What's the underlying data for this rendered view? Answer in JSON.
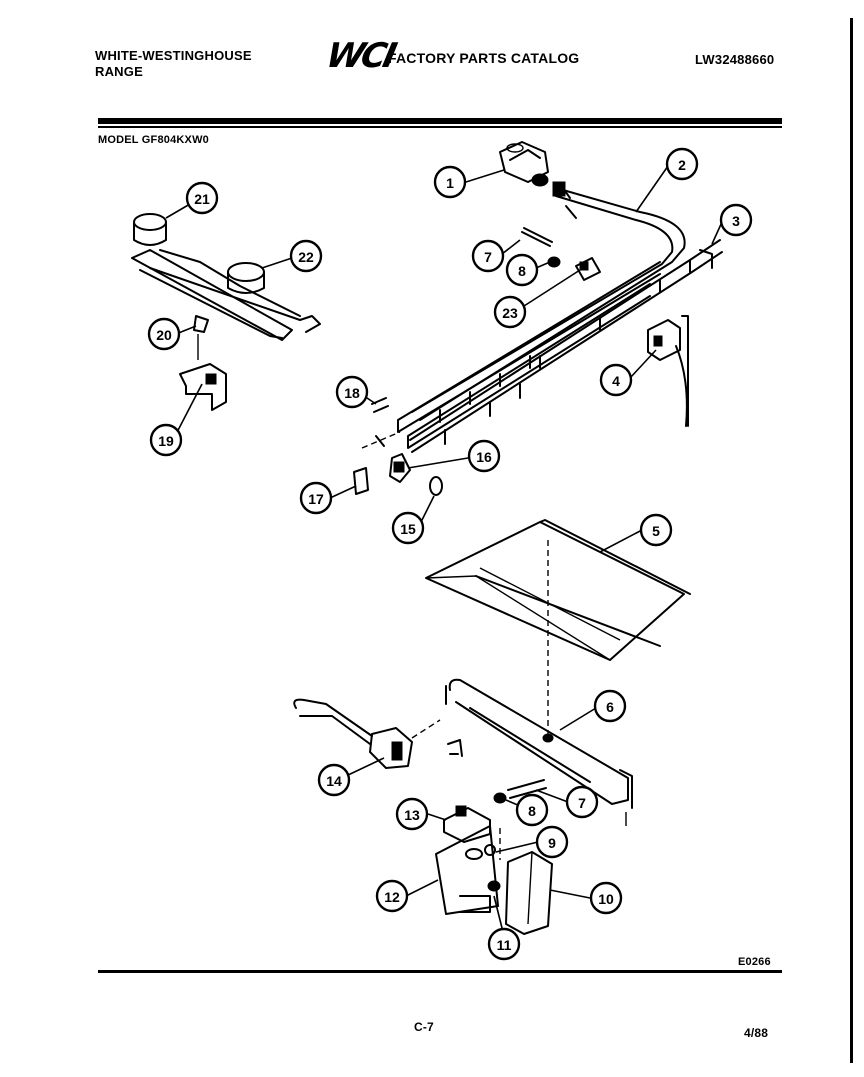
{
  "header": {
    "brand_line1": "WHITE-WESTINGHOUSE",
    "brand_line2": "RANGE",
    "logo": "WCI",
    "catalog_title": "FACTORY PARTS CATALOG",
    "catalog_number": "LW32488660"
  },
  "model_label": "MODEL GF804KXW0",
  "footer": {
    "figure_code": "E0266",
    "page_code": "C-7",
    "date": "4/88"
  },
  "callouts": [
    {
      "id": "1",
      "label": "1"
    },
    {
      "id": "2",
      "label": "2"
    },
    {
      "id": "3",
      "label": "3"
    },
    {
      "id": "4",
      "label": "4"
    },
    {
      "id": "5",
      "label": "5"
    },
    {
      "id": "6",
      "label": "6"
    },
    {
      "id": "7a",
      "label": "7"
    },
    {
      "id": "8a",
      "label": "8"
    },
    {
      "id": "7b",
      "label": "7"
    },
    {
      "id": "8b",
      "label": "8"
    },
    {
      "id": "9",
      "label": "9"
    },
    {
      "id": "10",
      "label": "10"
    },
    {
      "id": "11",
      "label": "11"
    },
    {
      "id": "12",
      "label": "12"
    },
    {
      "id": "13",
      "label": "13"
    },
    {
      "id": "14",
      "label": "14"
    },
    {
      "id": "15",
      "label": "15"
    },
    {
      "id": "16",
      "label": "16"
    },
    {
      "id": "17",
      "label": "17"
    },
    {
      "id": "18",
      "label": "18"
    },
    {
      "id": "19",
      "label": "19"
    },
    {
      "id": "20",
      "label": "20"
    },
    {
      "id": "21",
      "label": "21"
    },
    {
      "id": "22",
      "label": "22"
    },
    {
      "id": "23",
      "label": "23"
    }
  ]
}
